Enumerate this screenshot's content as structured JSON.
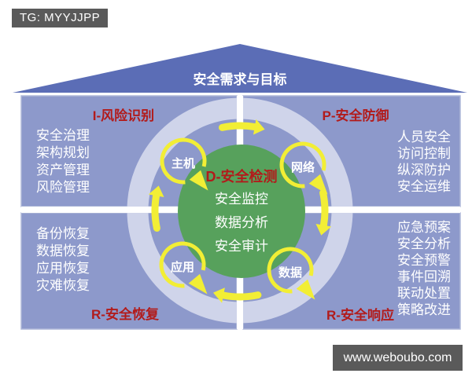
{
  "watermarks": {
    "top": "TG: MYYJJPP",
    "bottom": "www.weboubo.com"
  },
  "roof": {
    "label": "安全需求与目标"
  },
  "quadrants": {
    "top_left": {
      "title": "I-风险识别",
      "items": [
        "安全治理",
        "架构规划",
        "资产管理",
        "风险管理"
      ]
    },
    "top_right": {
      "title": "P-安全防御",
      "items": [
        "人员安全",
        "访问控制",
        "纵深防护",
        "安全运维"
      ]
    },
    "bottom_left": {
      "title": "R-安全恢复",
      "items": [
        "备份恢复",
        "数据恢复",
        "应用恢复",
        "灾难恢复"
      ]
    },
    "bottom_right": {
      "title": "R-安全响应",
      "items": [
        "应急预案",
        "安全分析",
        "安全预警",
        "事件回溯",
        "联动处置",
        "策略改进"
      ]
    }
  },
  "center": {
    "title": "D-安全检测",
    "items": [
      "安全监控",
      "数据分析",
      "安全审计"
    ]
  },
  "nodes": [
    "主机",
    "网络",
    "应用",
    "数据"
  ],
  "colors": {
    "quadrant_fill": "#8d99cb",
    "roof_fill": "#5b6db6",
    "ring_fill": "#cfd4ea",
    "center_fill": "#57a15c",
    "arrow_yellow": "#f2ee35",
    "title_red": "#b21b1b",
    "watermark_bg": "#5a5a5a"
  }
}
